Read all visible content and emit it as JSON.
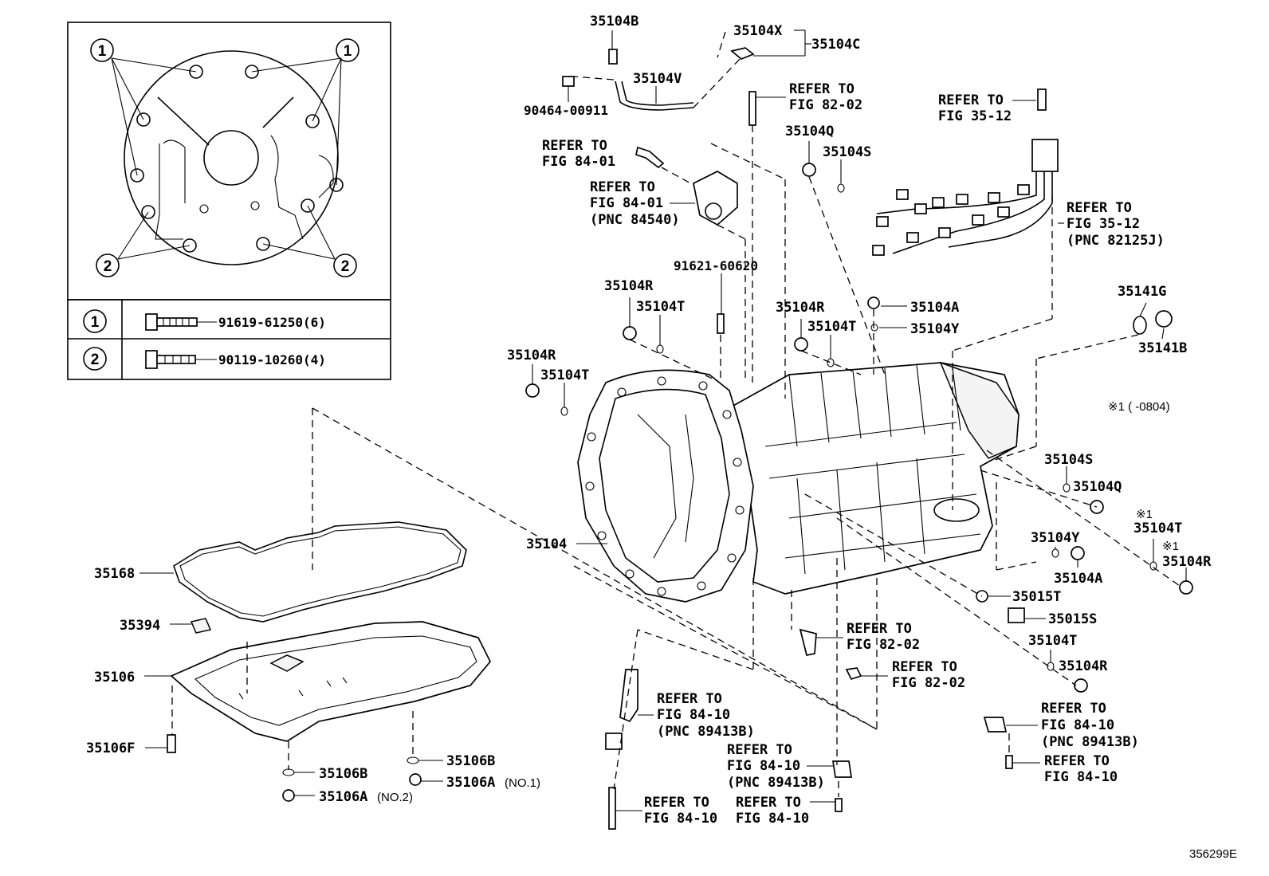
{
  "inset": {
    "callouts": [
      "1",
      "1",
      "2",
      "2"
    ],
    "legend": [
      {
        "callout": "1",
        "part": "91619-61250(6)"
      },
      {
        "callout": "2",
        "part": "90119-10260(4)"
      }
    ]
  },
  "labels": {
    "p35104B": "35104B",
    "p35104X": "35104X",
    "p35104C": "35104C",
    "p35104V": "35104V",
    "p90464": "90464-00911",
    "refer_82_02_top": [
      "REFER TO",
      "FIG 82-02"
    ],
    "refer_35_12_top": [
      "REFER TO",
      "FIG 35-12"
    ],
    "refer_84_01_a": [
      "REFER TO",
      "FIG 84-01"
    ],
    "refer_84_01_b": [
      "REFER TO",
      "FIG 84-01",
      "(PNC 84540)"
    ],
    "p35104Q_top": "35104Q",
    "p35104S_top": "35104S",
    "refer_35_12_harness": [
      "REFER TO",
      "FIG 35-12",
      "(PNC 82125J)"
    ],
    "p91621": "91621-60620",
    "p35104R_a": "35104R",
    "p35104T_a": "35104T",
    "p35104R_b": "35104R",
    "p35104T_b": "35104T",
    "p35104A_top": "35104A",
    "p35104Y_top": "35104Y",
    "p35141G": "35141G",
    "p35141B": "35141B",
    "p35104R_c": "35104R",
    "p35104T_c": "35104T",
    "note1": "※1 (    -0804)",
    "p35104S_r": "35104S",
    "p35104Q_r": "35104Q",
    "note1_a": "※1",
    "p35104T_r": "35104T",
    "note1_b": "※1",
    "p35104Y_r": "35104Y",
    "p35104R_r": "35104R",
    "p35104A_r": "35104A",
    "p35104": "35104",
    "p35015T": "35015T",
    "p35015S": "35015S",
    "refer_82_02_a": [
      "REFER TO",
      "FIG 82-02"
    ],
    "refer_82_02_b": [
      "REFER TO",
      "FIG 82-02"
    ],
    "p35104T_low": "35104T",
    "p35104R_low": "35104R",
    "refer_84_10_a": [
      "REFER TO",
      "FIG 84-10",
      "(PNC 89413B)"
    ],
    "refer_84_10_b": [
      "REFER TO",
      "FIG 84-10",
      "(PNC 89413B)"
    ],
    "refer_84_10_c": [
      "REFER TO",
      "FIG 84-10",
      "(PNC 89413B)"
    ],
    "refer_84_10_d": [
      "REFER TO",
      "FIG 84-10"
    ],
    "refer_84_10_e": [
      "REFER TO",
      "FIG 84-10"
    ],
    "refer_84_10_f": [
      "REFER TO",
      "FIG 84-10"
    ],
    "p35168": "35168",
    "p35394": "35394",
    "p35106": "35106",
    "p35106F": "35106F",
    "p35106B_a": "35106B",
    "p35106B_b": "35106B",
    "p35106A_a": "35106A",
    "p35106A_a_note": "(NO.1)",
    "p35106A_b": "35106A",
    "p35106A_b_note": "(NO.2)",
    "figure_id": "356299E"
  }
}
